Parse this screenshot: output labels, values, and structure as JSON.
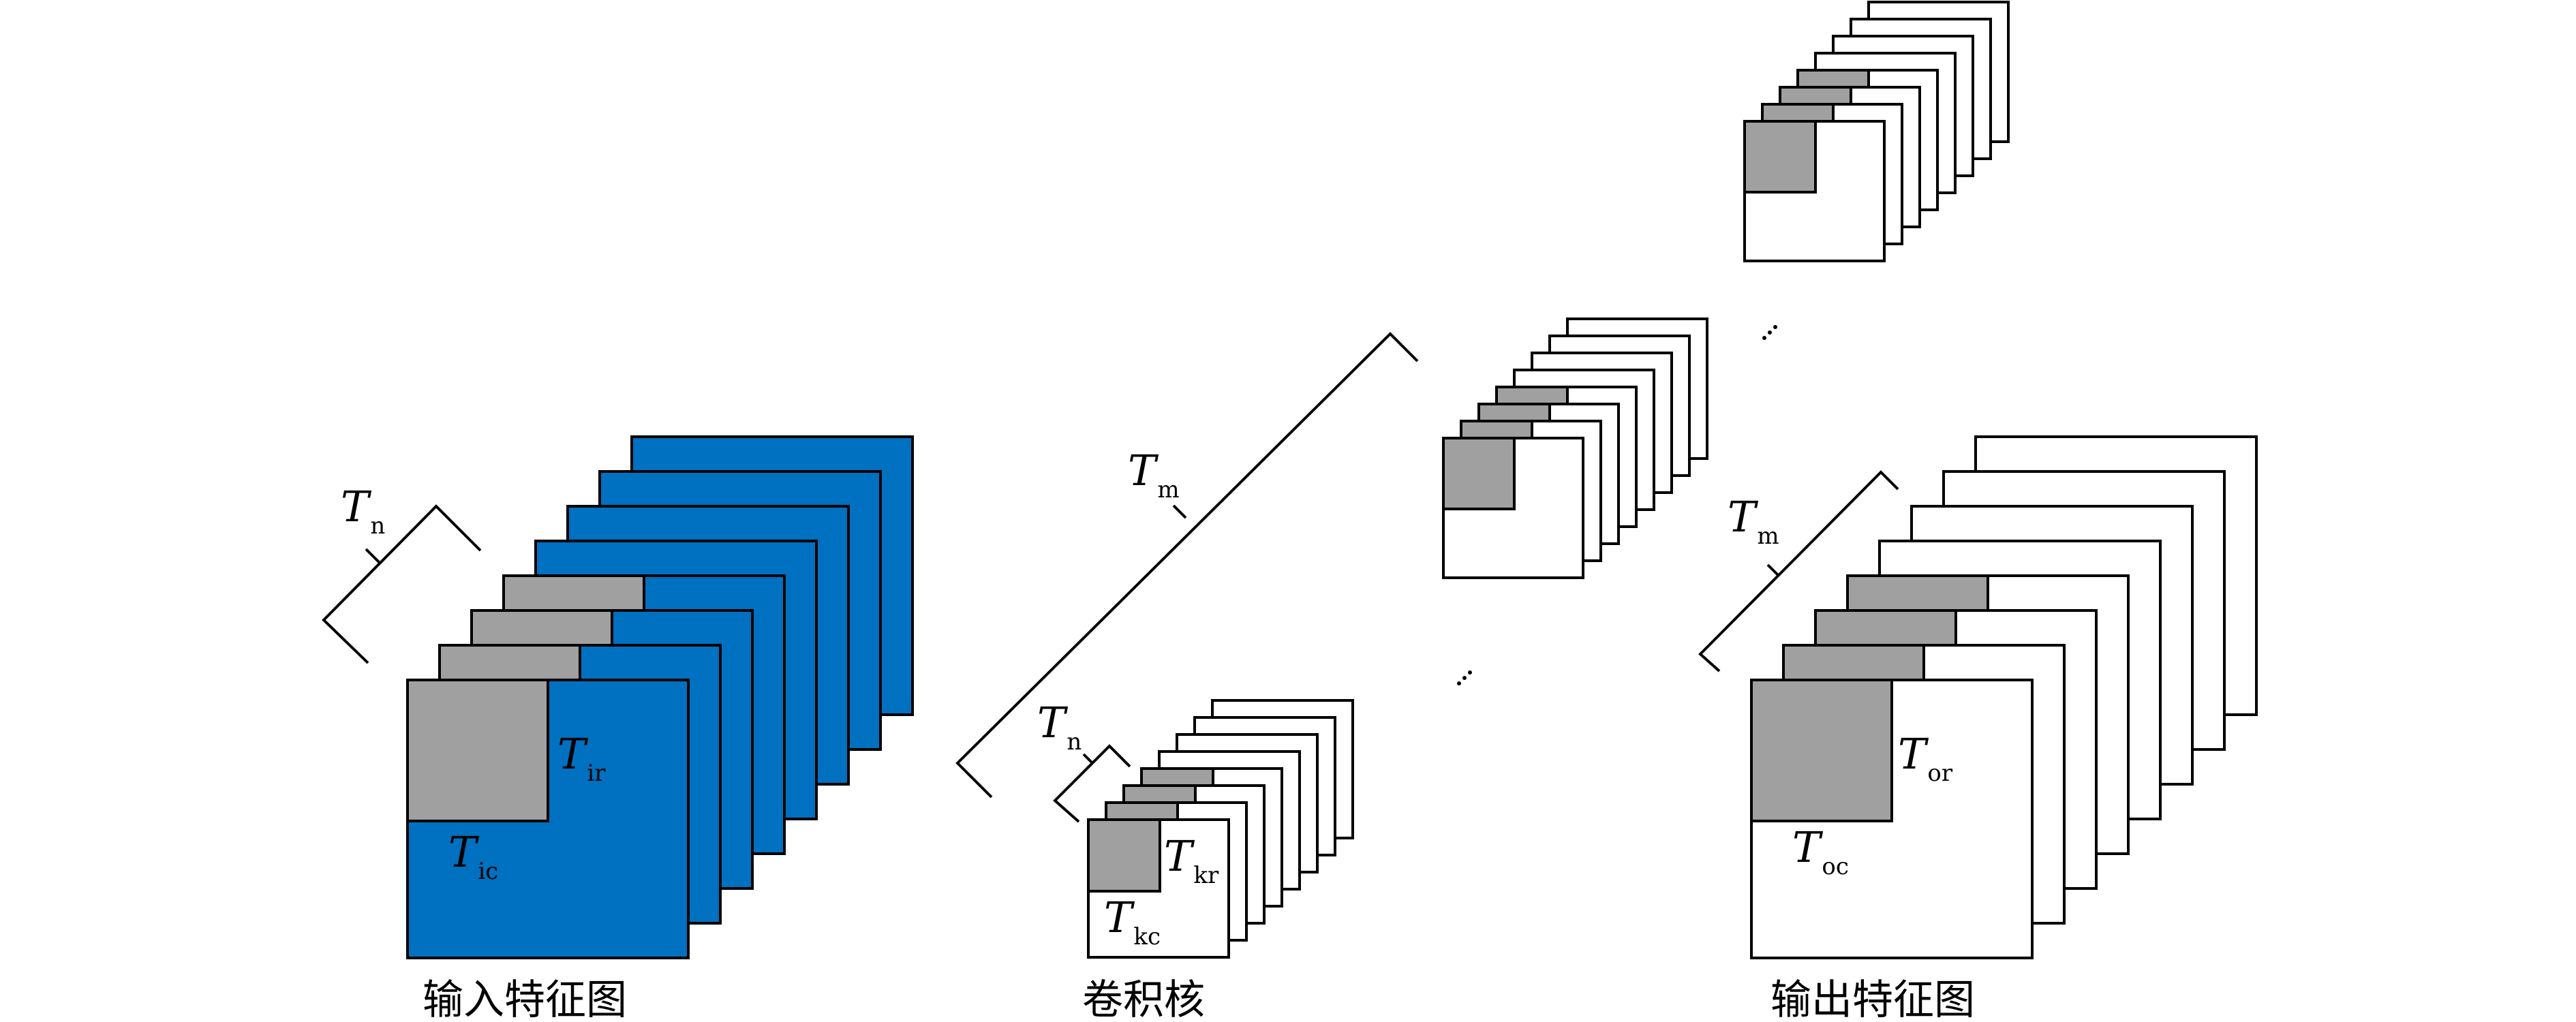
{
  "colors": {
    "input_fill": "#0070c0",
    "tile_fill": "#a0a0a0",
    "output_fill": "#ffffff",
    "stroke": "#000000"
  },
  "labels": {
    "input": {
      "tn": "T",
      "tn_sub": "n",
      "tir": "T",
      "tir_sub": "ir",
      "tic": "T",
      "tic_sub": "ic",
      "caption": "输入特征图"
    },
    "kernel": {
      "tm": "T",
      "tm_sub": "m",
      "tn": "T",
      "tn_sub": "n",
      "tkr": "T",
      "tkr_sub": "kr",
      "tkc": "T",
      "tkc_sub": "kc",
      "caption": "卷积核"
    },
    "output": {
      "tm": "T",
      "tm_sub": "m",
      "tor": "T",
      "tor_sub": "or",
      "toc": "T",
      "toc_sub": "oc",
      "caption": "输出特征图"
    }
  },
  "icons": [
    "bracket",
    "ellipsis-dots"
  ]
}
